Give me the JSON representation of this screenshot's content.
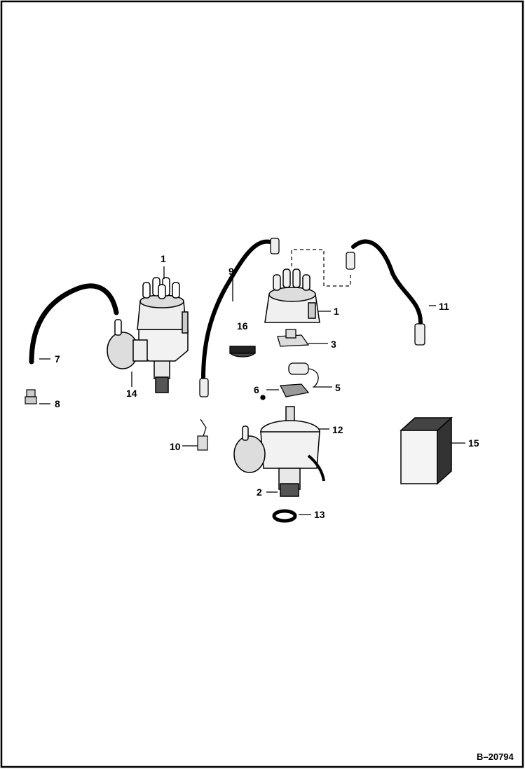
{
  "figure_ref": "B–20794",
  "callouts": [
    {
      "id": "c1a",
      "text": "1"
    },
    {
      "id": "c1b",
      "text": "1"
    },
    {
      "id": "c2",
      "text": "2"
    },
    {
      "id": "c3",
      "text": "3"
    },
    {
      "id": "c5",
      "text": "5"
    },
    {
      "id": "c6",
      "text": "6"
    },
    {
      "id": "c7",
      "text": "7"
    },
    {
      "id": "c8",
      "text": "8"
    },
    {
      "id": "c9",
      "text": "9"
    },
    {
      "id": "c10",
      "text": "10"
    },
    {
      "id": "c11",
      "text": "11"
    },
    {
      "id": "c12",
      "text": "12"
    },
    {
      "id": "c13",
      "text": "13"
    },
    {
      "id": "c14",
      "text": "14"
    },
    {
      "id": "c15",
      "text": "15"
    },
    {
      "id": "c16",
      "text": "16"
    }
  ]
}
